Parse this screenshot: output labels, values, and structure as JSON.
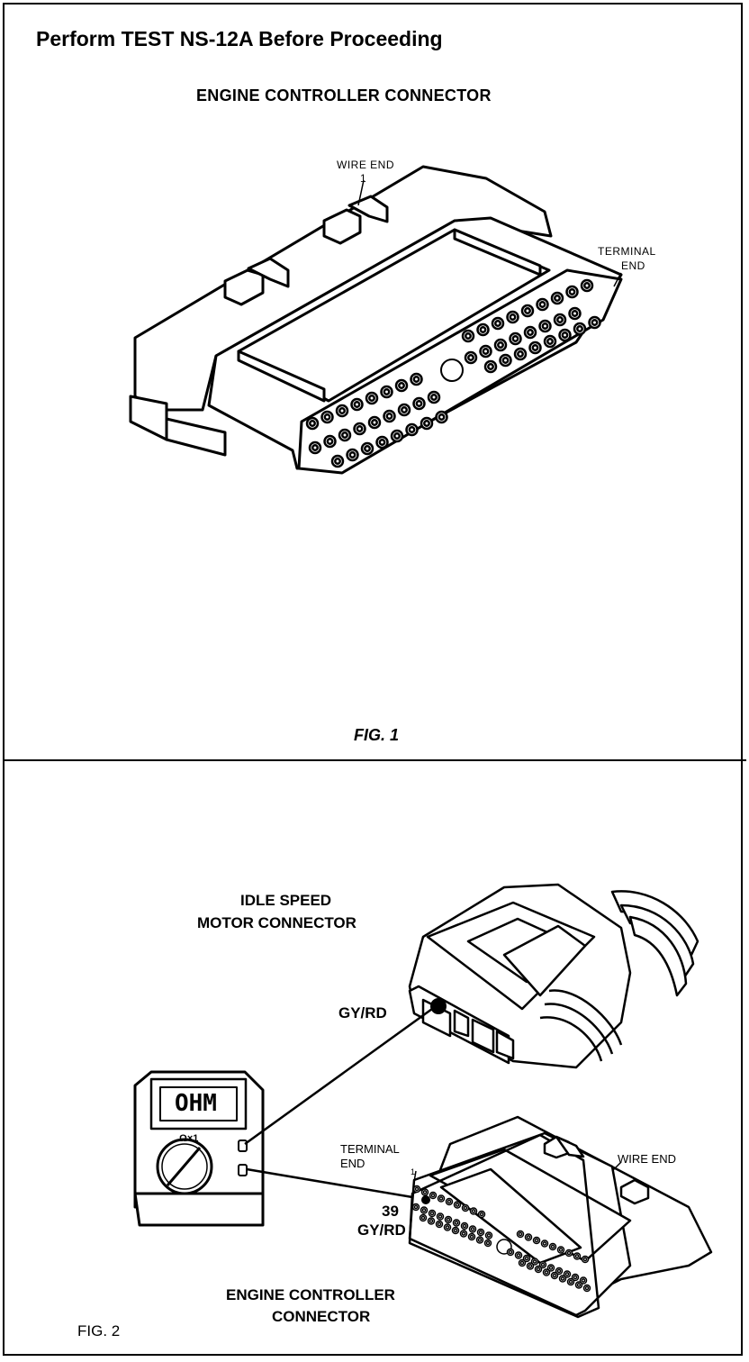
{
  "title": "Perform TEST NS-12A Before Proceeding",
  "figure1": {
    "heading": "ENGINE CONTROLLER CONNECTOR",
    "wire_end_label": "WIRE  END",
    "wire_end_pin": "1",
    "terminal_end_label_line1": "TERMINAL",
    "terminal_end_label_line2": "END",
    "caption": "FIG. 1"
  },
  "figure2": {
    "idle_speed_label_line1": "IDLE SPEED",
    "idle_speed_label_line2": "MOTOR CONNECTOR",
    "gyrd_top": "GY/RD",
    "meter_display": "OHM",
    "meter_range": "Ω×1",
    "terminal_end_line1": "TERMINAL",
    "terminal_end_line2": "END",
    "terminal_pin_mark": "1",
    "wire_end_label": "WIRE END",
    "pin_number": "39",
    "gyrd_bottom": "GY/RD",
    "controller_label_line1": "ENGINE CONTROLLER",
    "controller_label_line2": "CONNECTOR",
    "caption": "FIG. 2"
  }
}
